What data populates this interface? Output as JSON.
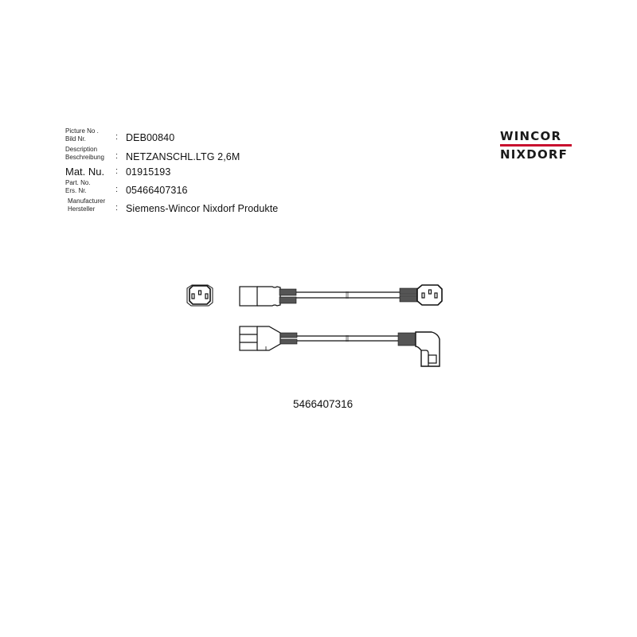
{
  "header": {
    "rows": [
      {
        "label_en": "Picture No .",
        "label_de": "Bild Nr.",
        "value": "DEB00840"
      },
      {
        "label_en": "Description",
        "label_de": "Beschreibung",
        "value": "NETZANSCHL.LTG 2,6M"
      },
      {
        "label": "Mat. Nu.",
        "value": "01915193"
      },
      {
        "label_en": "Part. No.",
        "label_de": "Ers. Nr.",
        "value": "05466407316"
      },
      {
        "label_en": "Manufacturer",
        "label_de": "Hersteller",
        "value": "Siemens-Wincor Nixdorf Produkte"
      }
    ],
    "separator": ":"
  },
  "logo": {
    "line1": "WINCOR",
    "line2": "NIXDORF",
    "bar_color": "#c8102e"
  },
  "drawing": {
    "description": "Power cable drawing: IEC C13 socket front view, straight C14/C13 cable, angled C13 cable",
    "part_number_caption": "5466407316"
  }
}
